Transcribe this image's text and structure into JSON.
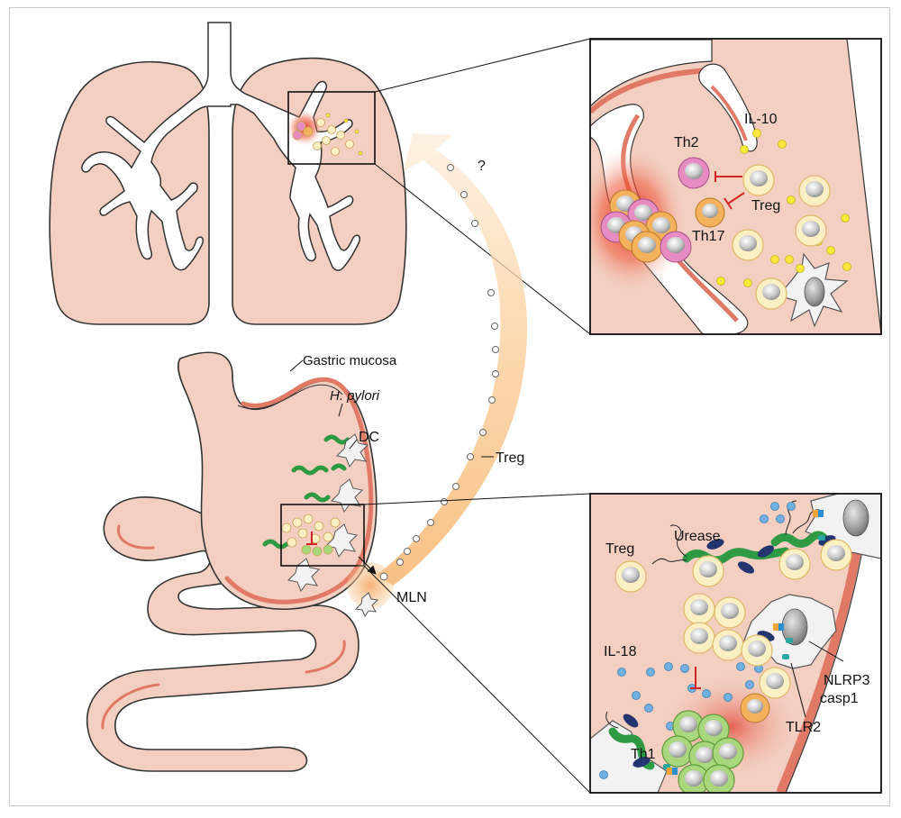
{
  "labels": {
    "gastric_mucosa": "Gastric mucosa",
    "h_pylori": "H. pylori",
    "dc": "DC",
    "treg_arrow": "Treg",
    "question": "?",
    "mln": "MLN",
    "lung_th2": "Th2",
    "lung_il10": "IL-10",
    "lung_treg": "Treg",
    "lung_th17": "Th17",
    "stom_urease": "Urease",
    "stom_treg": "Treg",
    "stom_il18": "IL-18",
    "stom_nlrp3": "NLRP3",
    "stom_casp1": "casp1",
    "stom_tlr2": "TLR2",
    "stom_th1": "Th1"
  },
  "colors": {
    "tissue": "#f3cfc1",
    "tissue_edge": "#e07a66",
    "tissue_line": "#333333",
    "treg": "#fbf0c4",
    "treg_edge": "#e1b86a",
    "th2": "#e78cc2",
    "th17": "#f5b25c",
    "th1": "#a9d77e",
    "il_dot": "#f7ea3a",
    "il18_dot": "#6fb1e0",
    "bacteria": "#2e9a43",
    "urease": "#23346e",
    "inhibit": "#d32424",
    "arrow_band": "#f8c58b"
  },
  "icons": {
    "inhibit_marker": "red-t-bar-icon",
    "dendritic_cell": "dendritic-cell-icon",
    "bacterium": "h-pylori-icon"
  }
}
